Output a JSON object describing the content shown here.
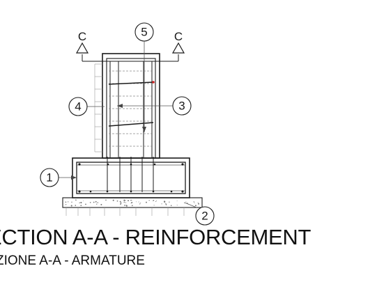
{
  "title": "ECTION A-A - REINFORCEMENT",
  "subtitle": "ZIONE A-A - ARMATURE",
  "cut_labels": [
    "C",
    "C"
  ],
  "callouts": [
    "1",
    "2",
    "3",
    "4",
    "5"
  ],
  "colors": {
    "line": "#1a1a1a",
    "rebar_accent": "#cc2222",
    "concrete_dots": "#777777"
  }
}
